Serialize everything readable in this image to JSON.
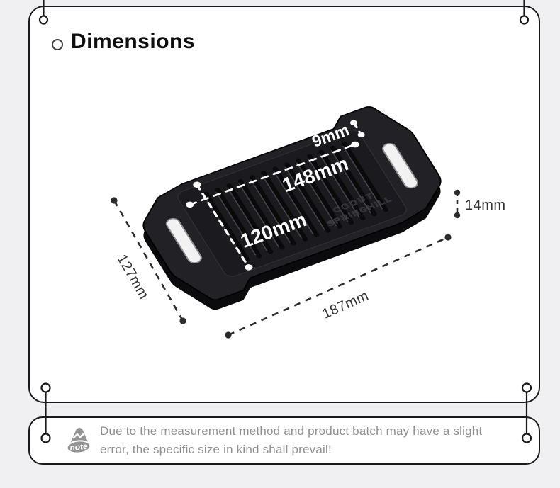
{
  "title": {
    "text": "Dimensions"
  },
  "product": {
    "brand": {
      "line1": "COOUT",
      "line2": "SPRINGHILL"
    },
    "dimensions": {
      "rim": "9mm",
      "surface_length": "148mm",
      "surface_width": "120mm",
      "overall_width": "127mm",
      "overall_length": "187mm",
      "height": "14mm"
    }
  },
  "note": {
    "icon_label": "note",
    "line1": "Due to the measurement method and product batch may have a slight",
    "line2": "error, the specific size in kind shall prevail!"
  },
  "colors": {
    "page_bg": "#f0f0f2",
    "frame_border": "#1a1a1a",
    "plate_body": "#222226",
    "plate_surface": "#1b1b1f",
    "dim_line": "#2b2b2b",
    "note_text": "#8f8f8f",
    "annotation_white": "#ffffff"
  }
}
